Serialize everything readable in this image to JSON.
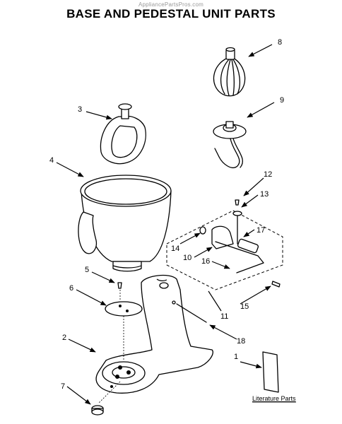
{
  "watermark": "AppliancePartsPros.com",
  "title": "BASE AND PEDESTAL UNIT PARTS",
  "callouts": {
    "c1": "1",
    "c2": "2",
    "c3": "3",
    "c4": "4",
    "c5": "5",
    "c6": "6",
    "c7": "7",
    "c8": "8",
    "c9": "9",
    "c10": "10",
    "c11": "11",
    "c12": "12",
    "c13": "13",
    "c14": "14",
    "c15": "15",
    "c16": "16",
    "c17": "17",
    "c18": "18"
  },
  "literature_label": "Literature Parts"
}
